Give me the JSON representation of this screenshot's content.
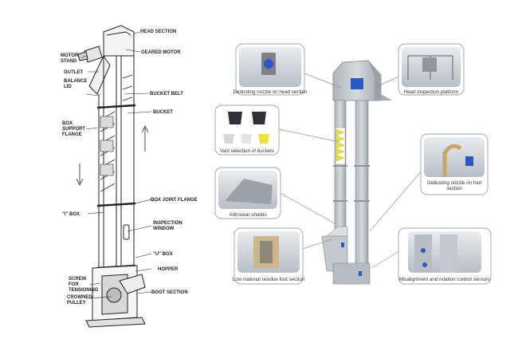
{
  "left_drawing": {
    "labels": {
      "head_section": "HEAD SECTION",
      "geared_motor": "GEARED MOTOR",
      "motor_stand": "MOTOR\nSTAND",
      "outlet": "OUTLET",
      "balance_lid": "BALANCE\nLID",
      "bucket_belt": "BUCKET BELT",
      "bucket": "BUCKET",
      "box_support_flange": "BOX\nSUPPORT\nFLANGE",
      "box_joint_flange": "BOX JOINT FLANGE",
      "i_box": "\"I\" BOX",
      "inspection_window": "INSPECTION\nWINDOW",
      "u_box": "\"U\" BOX",
      "hopper": "HOPPER",
      "screw_for_tensioning": "SCREW\nFOR\nTENSIONING",
      "crowned_pulley": "CROWNED\nPULLEY",
      "boot_section": "BOOT SECTION"
    }
  },
  "right_drawing": {
    "captions": {
      "dedusting_head": "Dedusting nozzle on head section",
      "head_platform": "Head inspection platform",
      "buckets": "Vast selection of buckets",
      "dedusting_foot": "Dedusting nozzle on foot\nsection",
      "anti_wear": "Anti-wear shields",
      "residue_foot": "Low material residue foot section",
      "sensors": "Misalignment and rotation control sensors"
    }
  },
  "colors": {
    "machine_grey": "#c9ced3",
    "machine_dark": "#8d949b",
    "bucket_yellow": "#e8e23a",
    "accent_blue": "#2b59c3",
    "line": "#7d858d"
  }
}
